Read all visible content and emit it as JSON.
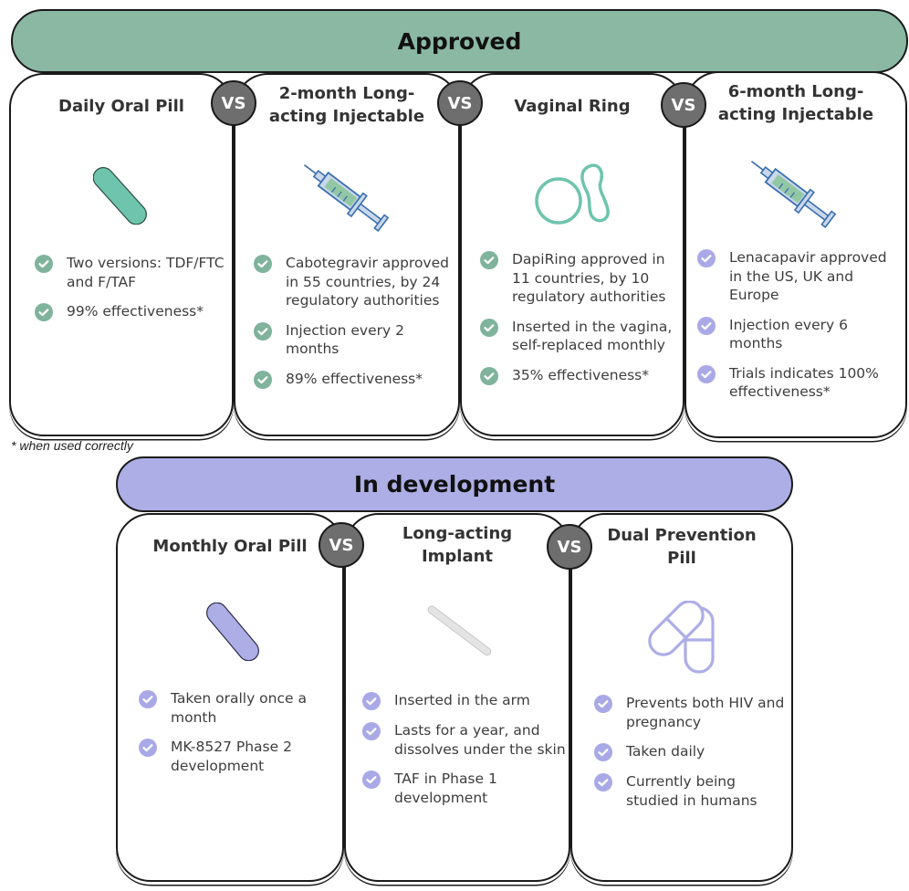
{
  "colors": {
    "approved_bg": "#8bb8a3",
    "development_bg": "#adaee6",
    "green_check": "#7fb39b",
    "purple_check": "#a8a9e6",
    "vs_circle": "#6e6e6e",
    "pill_green": "#6ec4ad",
    "pill_purple": "#adaee6"
  },
  "approved": {
    "title": "Approved",
    "vs_label": "VS",
    "cards": [
      {
        "title_lines": [
          "Daily Oral Pill"
        ],
        "icon": "pill-icon",
        "check_color": "green",
        "bullets": [
          "Two versions: TDF/FTC and F/TAF",
          "99% effectiveness*"
        ]
      },
      {
        "title_lines": [
          "2-month Long-",
          "acting Injectable"
        ],
        "icon": "syringe-icon",
        "check_color": "green",
        "bullets": [
          "Cabotegravir approved in 55 countries, by 24 regulatory authorities",
          "Injection every 2 months",
          "89% effectiveness*"
        ]
      },
      {
        "title_lines": [
          "Vaginal Ring"
        ],
        "icon": "vaginal-ring-icon",
        "check_color": "green",
        "bullets": [
          "DapiRing approved in 11 countries, by 10 regulatory authorities",
          "Inserted in the vagina, self-replaced monthly",
          "35% effectiveness*"
        ]
      },
      {
        "title_lines": [
          "6-month Long-",
          "acting Injectable"
        ],
        "icon": "syringe-icon",
        "check_color": "purple",
        "bullets": [
          "Lenacapavir approved in the US, UK and Europe",
          "Injection every 6 months",
          "Trials indicates 100% effectiveness*"
        ]
      }
    ]
  },
  "footnote": "* when used correctly",
  "development": {
    "title": "In development",
    "vs_label": "VS",
    "cards": [
      {
        "title_lines": [
          "Monthly Oral Pill"
        ],
        "icon": "pill-icon",
        "check_color": "purple",
        "bullets": [
          "Taken orally once a month",
          "MK-8527 Phase 2 development"
        ]
      },
      {
        "title_lines": [
          "Long-acting",
          "Implant"
        ],
        "icon": "implant-rod-icon",
        "check_color": "purple",
        "bullets": [
          "Inserted in the arm",
          "Lasts for a year, and dissolves under the skin",
          "TAF in Phase 1 development"
        ]
      },
      {
        "title_lines": [
          "Dual Prevention",
          "Pill"
        ],
        "icon": "capsules-icon",
        "check_color": "purple",
        "bullets": [
          "Prevents both HIV and pregnancy",
          "Taken daily",
          "Currently being studied in humans"
        ]
      }
    ]
  }
}
